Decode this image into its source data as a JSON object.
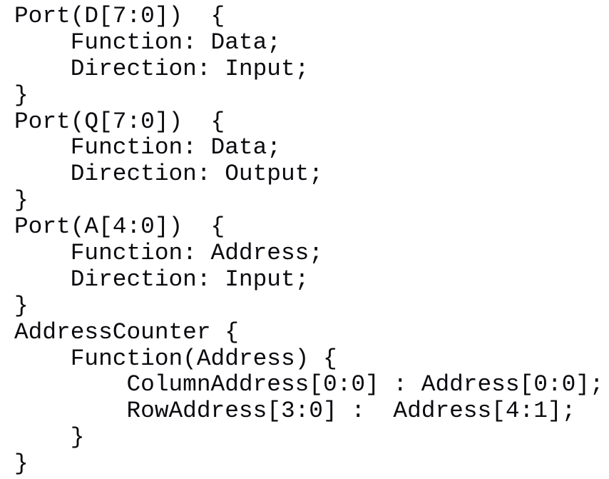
{
  "code": {
    "language_hint": "port-definition",
    "lines": [
      "Port(D[7:0])  {",
      "    Function: Data;",
      "    Direction: Input;",
      "}",
      "Port(Q[7:0])  {",
      "    Function: Data;",
      "    Direction: Output;",
      "}",
      "Port(A[4:0])  {",
      "    Function: Address;",
      "    Direction: Input;",
      "}",
      "AddressCounter {",
      "    Function(Address) {",
      "        ColumnAddress[0:0] : Address[0:0];",
      "        RowAddress[3:0] :  Address[4:1];",
      "    }",
      "}"
    ],
    "colors": {
      "text": "#0a0a0f",
      "background": "#ffffff"
    }
  }
}
